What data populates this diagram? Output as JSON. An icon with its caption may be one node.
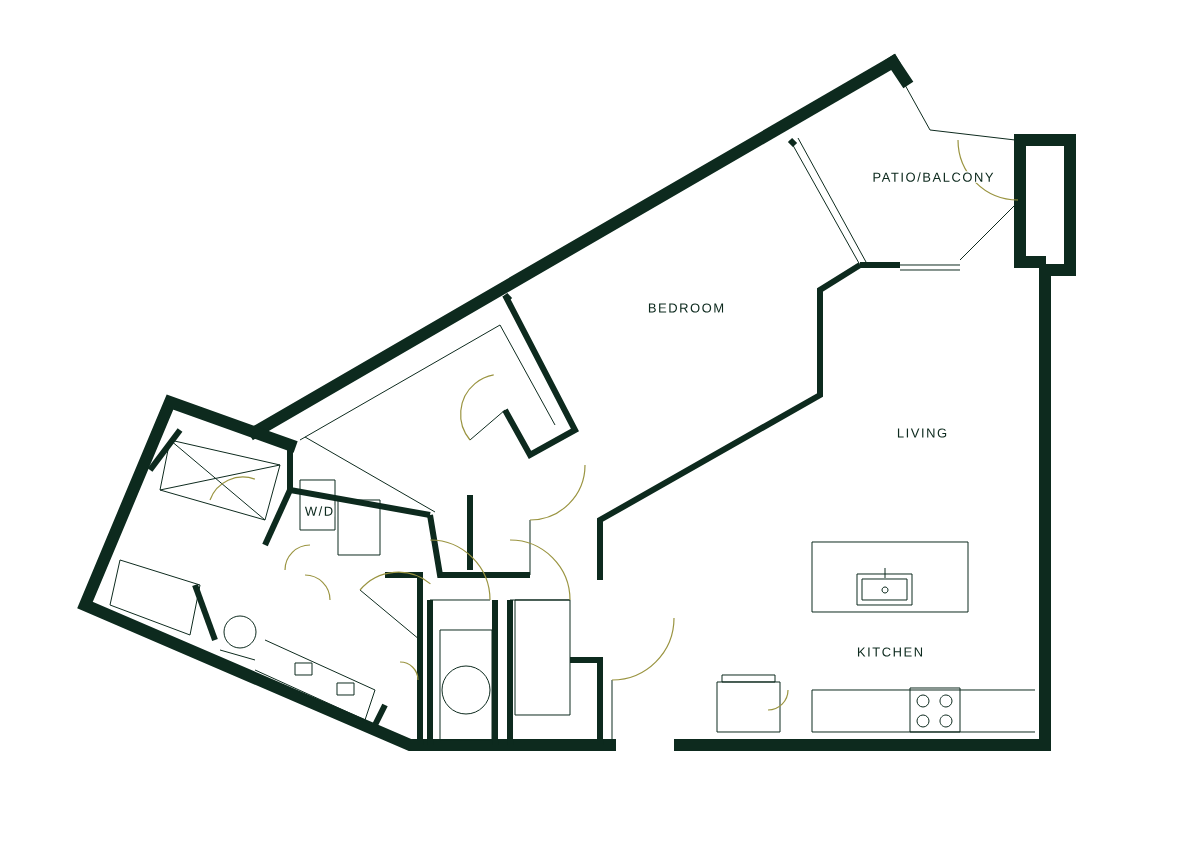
{
  "diagram": {
    "labels": [
      "PATIO/BALCONY",
      "BEDROOM",
      "LIVING",
      "KITCHEN",
      "W/D"
    ]
  }
}
